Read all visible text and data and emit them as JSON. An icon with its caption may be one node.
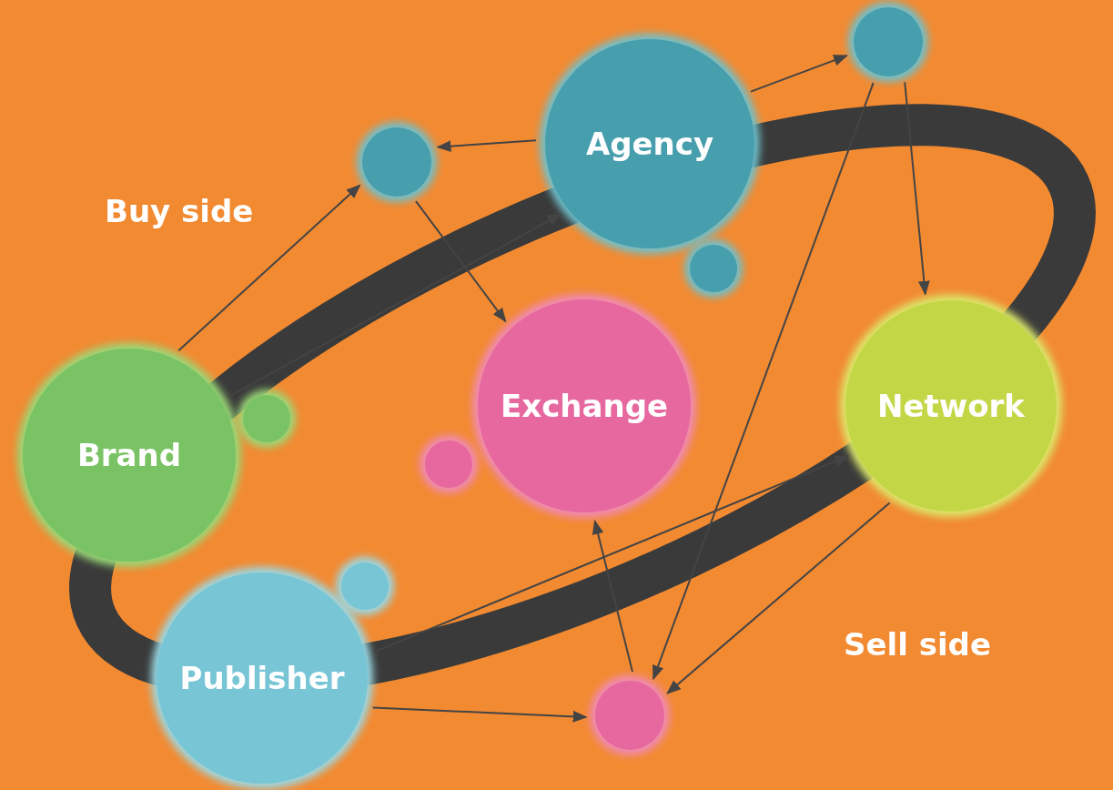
{
  "diagram": {
    "nodes": [
      {
        "text": [
          "Agency"
        ]
      },
      {
        "text": [
          "Brand"
        ]
      },
      {
        "text": [
          "Exchange"
        ]
      },
      {
        "text": [
          "Network"
        ]
      },
      {
        "text": [
          "Publisher"
        ]
      },
      {
        "text": [],
        "shape": "circle"
      },
      {
        "text": [],
        "shape": "circle"
      },
      {
        "text": [],
        "shape": "circle"
      },
      {
        "text": [],
        "shape": "circle"
      },
      {
        "text": [],
        "shape": "circle"
      },
      {
        "text": [],
        "shape": "circle"
      },
      {
        "text": [],
        "shape": "circle"
      }
    ],
    "edges": [
      {
        "from": 0,
        "to": 5,
        "arrow": "to"
      },
      {
        "from": 0,
        "to": 6,
        "arrow": "to"
      },
      {
        "from": 5,
        "to": 2,
        "arrow": "to"
      },
      {
        "from": 1,
        "to": 5,
        "arrow": "to"
      },
      {
        "from": 1,
        "to": 0,
        "arrow": "to"
      },
      {
        "from": 6,
        "to": 3,
        "arrow": "to"
      },
      {
        "from": 6,
        "to": 11,
        "arrow": "to"
      },
      {
        "from": 4,
        "to": 3,
        "arrow": "to"
      },
      {
        "from": 3,
        "to": 11,
        "arrow": "to"
      },
      {
        "from": 11,
        "to": 2,
        "arrow": "to"
      },
      {
        "from": 4,
        "to": 11,
        "arrow": "to"
      }
    ],
    "labels": [
      "Buy side",
      "Sell side"
    ]
  }
}
